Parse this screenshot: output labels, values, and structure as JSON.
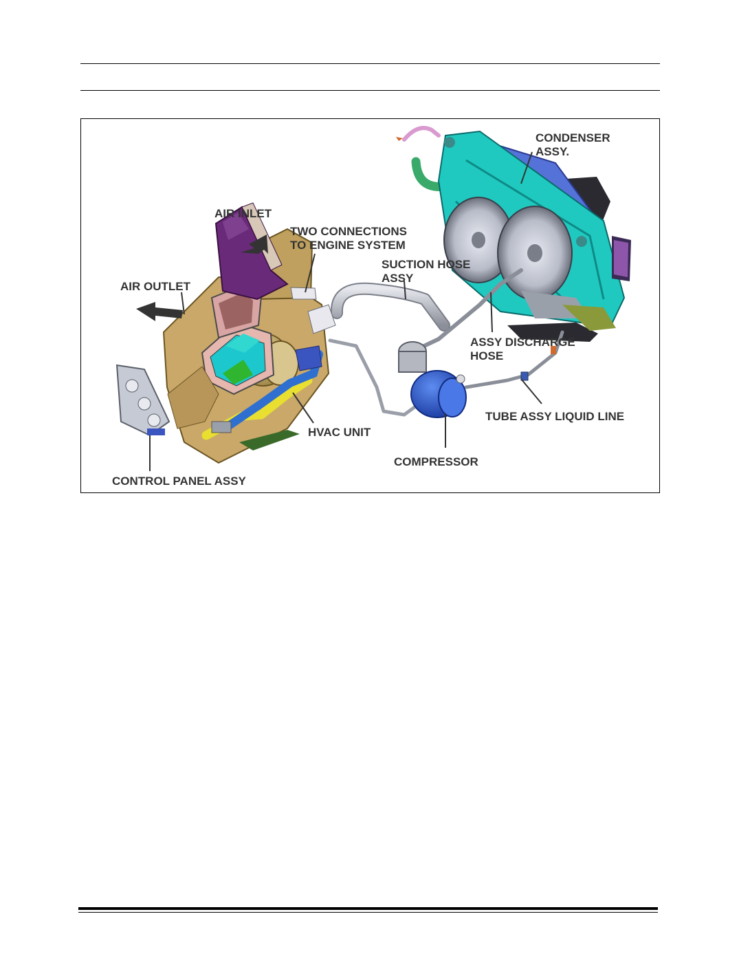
{
  "colors": {
    "background": "#ffffff",
    "rule": "#000000",
    "label": "#333333",
    "condenser_teal": "#1fc9c0",
    "condenser_blue": "#5572d8",
    "hvac_tan": "#c9a86a",
    "air_inlet_purple": "#6a2a7a",
    "compressor_blue": "#2a55d0",
    "hose_yellow": "#e8df30",
    "hose_blue": "#2f6fd0",
    "pipe_gray": "#a8aab4"
  },
  "labels": {
    "condenser": "CONDENSER\nASSY.",
    "air_inlet": "AIR INLET",
    "two_connections": "TWO CONNECTIONS\nTO ENGINE SYSTEM",
    "suction_hose": "SUCTION HOSE\nASSY",
    "air_outlet": "AIR OUTLET",
    "assy_discharge": "ASSY DISCHARGE\nHOSE",
    "tube_liquid": "TUBE ASSY LIQUID LINE",
    "hvac_unit": "HVAC UNIT",
    "compressor": "COMPRESSOR",
    "control_panel": "CONTROL PANEL ASSY"
  }
}
